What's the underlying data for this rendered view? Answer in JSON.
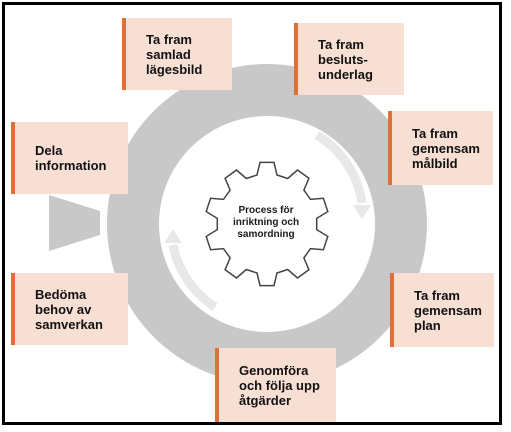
{
  "colors": {
    "ring": "#c8c8c8",
    "arrow": "#e8e8e8",
    "box_fill": "#f7dfd3",
    "box_accent": "#e0703a",
    "frame": "#000000"
  },
  "diagram": {
    "center_label": "Process för\ninriktning och\nsamordning",
    "steps": [
      {
        "id": "step-1",
        "label": "Ta fram\nsamlad\nlägesbild"
      },
      {
        "id": "step-2",
        "label": "Ta fram\nbesluts-\nunderlag"
      },
      {
        "id": "step-3",
        "label": "Ta fram\ngemensam\nmålbild"
      },
      {
        "id": "step-4",
        "label": "Ta fram\ngemensam\nplan"
      },
      {
        "id": "step-5",
        "label": "Genomföra\noch följa upp\nåtgärder"
      },
      {
        "id": "step-6",
        "label": "Bedöma\nbehov av\nsamverkan"
      },
      {
        "id": "step-7",
        "label": "Dela\ninformation"
      }
    ]
  }
}
